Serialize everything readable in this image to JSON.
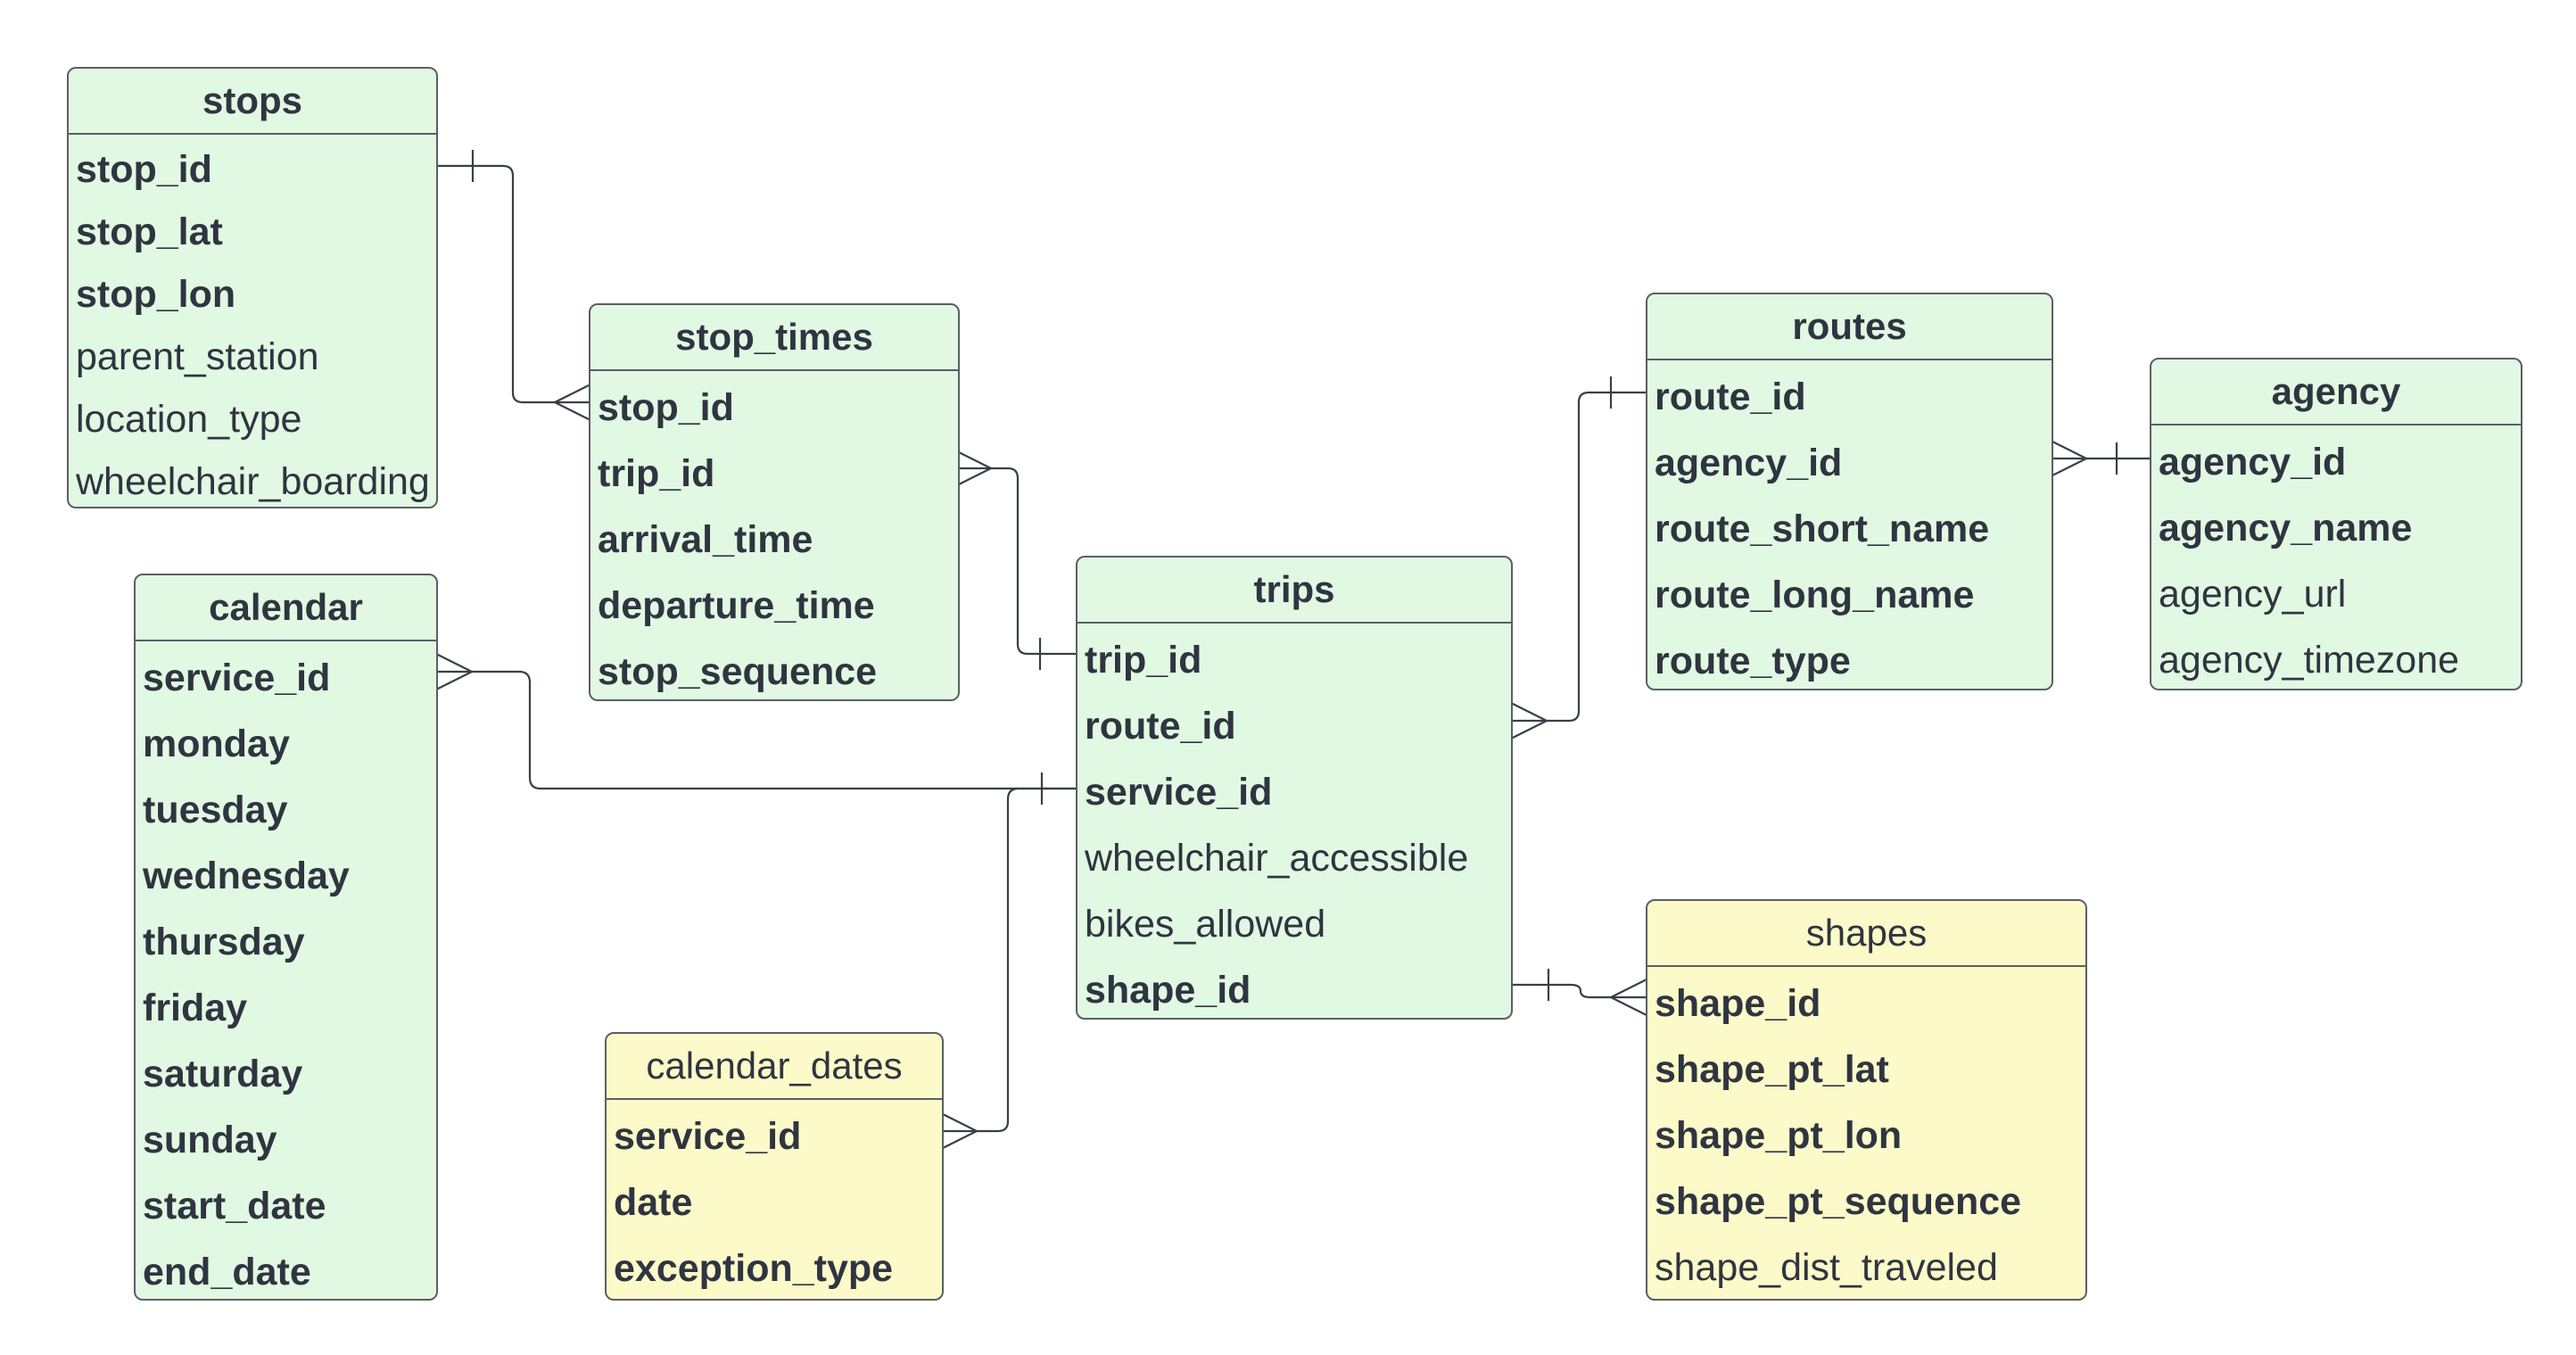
{
  "entities": {
    "stops": {
      "title": "stops",
      "fields": [
        {
          "name": "stop_id",
          "key": true
        },
        {
          "name": "stop_lat",
          "key": true
        },
        {
          "name": "stop_lon",
          "key": true
        },
        {
          "name": "parent_station",
          "key": false
        },
        {
          "name": "location_type",
          "key": false
        },
        {
          "name": "wheelchair_boarding",
          "key": false
        }
      ]
    },
    "stop_times": {
      "title": "stop_times",
      "fields": [
        {
          "name": "stop_id",
          "key": true
        },
        {
          "name": "trip_id",
          "key": true
        },
        {
          "name": "arrival_time",
          "key": true
        },
        {
          "name": "departure_time",
          "key": true
        },
        {
          "name": "stop_sequence",
          "key": true
        }
      ]
    },
    "calendar": {
      "title": "calendar",
      "fields": [
        {
          "name": "service_id",
          "key": true
        },
        {
          "name": "monday",
          "key": true
        },
        {
          "name": "tuesday",
          "key": true
        },
        {
          "name": "wednesday",
          "key": true
        },
        {
          "name": "thursday",
          "key": true
        },
        {
          "name": "friday",
          "key": true
        },
        {
          "name": "saturday",
          "key": true
        },
        {
          "name": "sunday",
          "key": true
        },
        {
          "name": "start_date",
          "key": true
        },
        {
          "name": "end_date",
          "key": true
        }
      ]
    },
    "calendar_dates": {
      "title": "calendar_dates",
      "fields": [
        {
          "name": "service_id",
          "key": true
        },
        {
          "name": "date",
          "key": true
        },
        {
          "name": "exception_type",
          "key": true
        }
      ]
    },
    "trips": {
      "title": "trips",
      "fields": [
        {
          "name": "trip_id",
          "key": true
        },
        {
          "name": "route_id",
          "key": true
        },
        {
          "name": "service_id",
          "key": true
        },
        {
          "name": "wheelchair_accessible",
          "key": false
        },
        {
          "name": "bikes_allowed",
          "key": false
        },
        {
          "name": "shape_id",
          "key": true
        }
      ]
    },
    "routes": {
      "title": "routes",
      "fields": [
        {
          "name": "route_id",
          "key": true
        },
        {
          "name": "agency_id",
          "key": true
        },
        {
          "name": "route_short_name",
          "key": true
        },
        {
          "name": "route_long_name",
          "key": true
        },
        {
          "name": "route_type",
          "key": true
        }
      ]
    },
    "agency": {
      "title": "agency",
      "fields": [
        {
          "name": "agency_id",
          "key": true
        },
        {
          "name": "agency_name",
          "key": true
        },
        {
          "name": "agency_url",
          "key": false
        },
        {
          "name": "agency_timezone",
          "key": false
        }
      ]
    },
    "shapes": {
      "title": "shapes",
      "fields": [
        {
          "name": "shape_id",
          "key": true
        },
        {
          "name": "shape_pt_lat",
          "key": true
        },
        {
          "name": "shape_pt_lon",
          "key": true
        },
        {
          "name": "shape_pt_sequence",
          "key": true
        },
        {
          "name": "shape_dist_traveled",
          "key": false
        }
      ]
    }
  },
  "relationships": [
    {
      "from": "stops.stop_id",
      "from_end": "one",
      "to": "stop_times.stop_id",
      "to_end": "many"
    },
    {
      "from": "stop_times.trip_id",
      "from_end": "many",
      "to": "trips.trip_id",
      "to_end": "one"
    },
    {
      "from": "calendar.service_id",
      "from_end": "many",
      "to": "trips.service_id",
      "to_end": "one"
    },
    {
      "from": "calendar_dates.service_id",
      "from_end": "many",
      "to": "trips.service_id",
      "to_end": "one"
    },
    {
      "from": "trips.route_id",
      "from_end": "many",
      "to": "routes.route_id",
      "to_end": "one"
    },
    {
      "from": "routes.agency_id",
      "from_end": "many",
      "to": "agency.agency_id",
      "to_end": "one"
    },
    {
      "from": "trips.shape_id",
      "from_end": "one",
      "to": "shapes.shape_id",
      "to_end": "many"
    }
  ],
  "colors": {
    "green_fill": "#e1f9e3",
    "yellow_fill": "#fcfac9",
    "border": "#5a5f66",
    "text": "#2f3540",
    "line": "#3a3f47"
  }
}
